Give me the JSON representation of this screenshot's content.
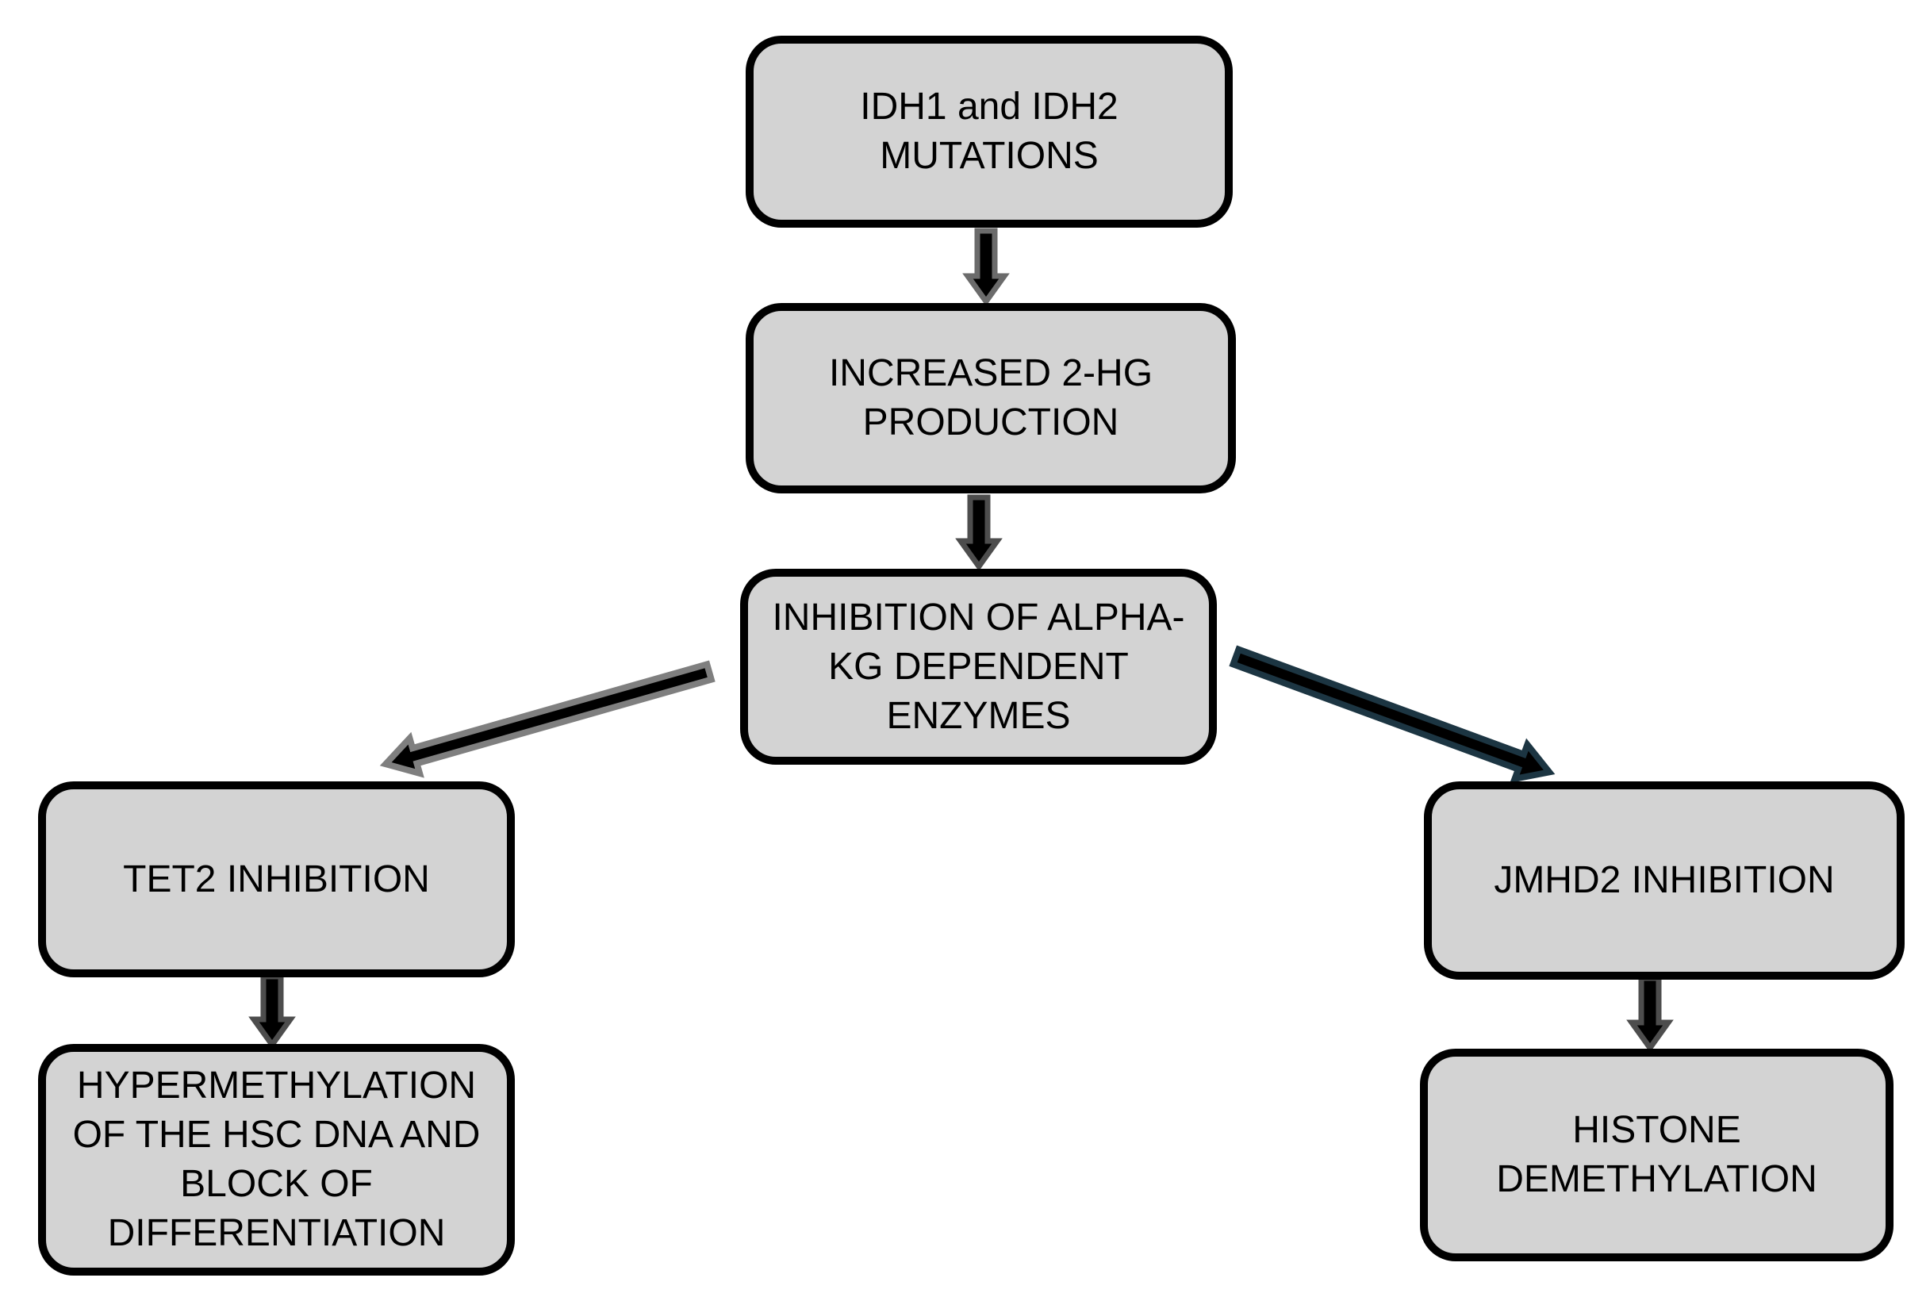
{
  "page": {
    "type": "flowchart",
    "background": "#ffffff"
  },
  "colors": {
    "box_fill": "#d3d3d3",
    "box_border": "#000000",
    "box_text": "#000000",
    "arrow_fill": "#000000",
    "arrow_outline_vertical_top": "#6b6b6b",
    "arrow_outline_vertical": "#4d4d4d",
    "arrow_outline_diagonal_left": "#7f7f7f",
    "arrow_outline_diagonal_right": "#1c3542"
  },
  "nodes": {
    "idh_mutations": {
      "label": "IDH1 and IDH2 MUTATIONS",
      "lines": [
        "IDH1 and IDH2",
        "MUTATIONS"
      ]
    },
    "increased_2hg": {
      "label": "INCREASED 2-HG PRODUCTION",
      "lines": [
        "INCREASED 2-HG",
        "PRODUCTION"
      ]
    },
    "alpha_kg": {
      "label": "INHIBITION OF ALPHA-KG DEPENDENT ENZYMES",
      "lines": [
        "INHIBITION OF ALPHA-",
        "KG DEPENDENT",
        "ENZYMES"
      ]
    },
    "tet2": {
      "label": "TET2 INHIBITION",
      "lines": [
        "TET2 INHIBITION"
      ]
    },
    "hypermethylation": {
      "label": "HYPERMETHYLATION OF THE HSC DNA AND BLOCK OF DIFFERENTIATION",
      "lines": [
        "HYPERMETHYLATION",
        "OF THE HSC DNA AND",
        "BLOCK OF",
        "DIFFERENTIATION"
      ]
    },
    "jmhd2": {
      "label": "JMHD2 INHIBITION",
      "lines": [
        "JMHD2 INHIBITION"
      ]
    },
    "histone": {
      "label": "HISTONE DEMETHYLATION",
      "lines": [
        "HISTONE",
        "DEMETHYLATION"
      ]
    }
  },
  "edges": [
    {
      "from": "idh_mutations",
      "to": "increased_2hg",
      "style": "vertical-down"
    },
    {
      "from": "increased_2hg",
      "to": "alpha_kg",
      "style": "vertical-down"
    },
    {
      "from": "alpha_kg",
      "to": "tet2",
      "style": "diagonal-down-left"
    },
    {
      "from": "alpha_kg",
      "to": "jmhd2",
      "style": "diagonal-down-right"
    },
    {
      "from": "tet2",
      "to": "hypermethylation",
      "style": "vertical-down"
    },
    {
      "from": "jmhd2",
      "to": "histone",
      "style": "vertical-down"
    }
  ]
}
